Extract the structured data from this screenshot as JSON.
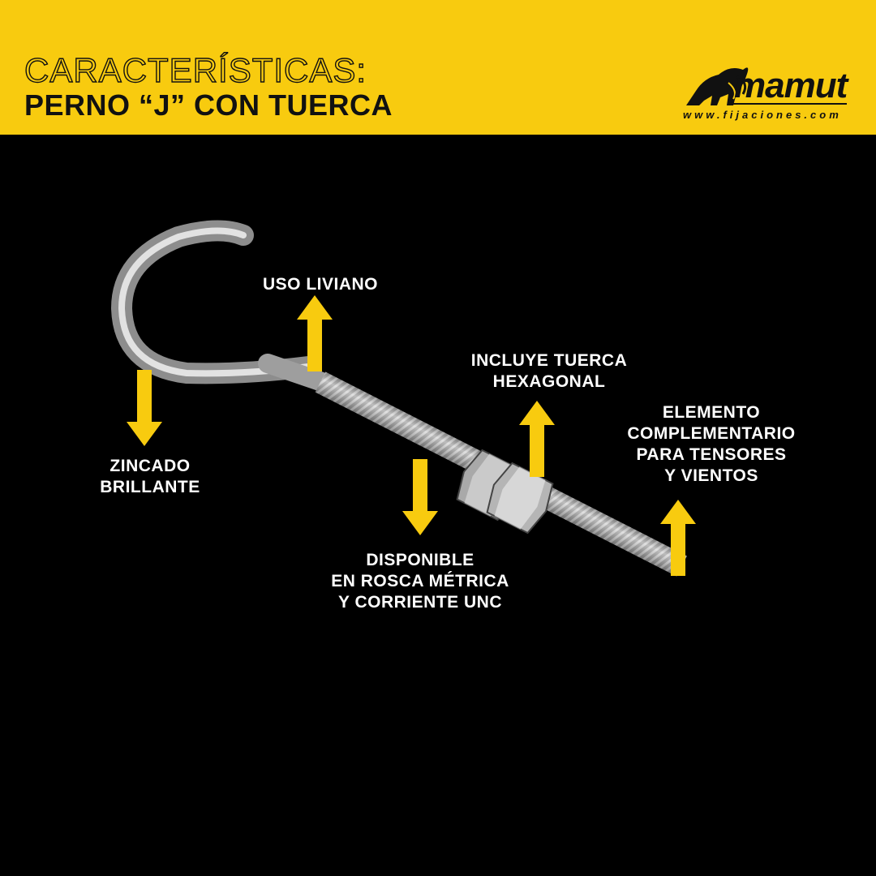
{
  "header": {
    "title_line1": "CARACTERÍSTICAS:",
    "title_line2": "PERNO “J” CON TUERCA",
    "brand_name": "mamut",
    "brand_url": "www.fijaciones.com",
    "background_color": "#f8cb0f"
  },
  "features": [
    {
      "lines": [
        "USO LIVIANO"
      ],
      "arrow": "up"
    },
    {
      "lines": [
        "ZINCADO",
        "BRILLANTE"
      ],
      "arrow": "down"
    },
    {
      "lines": [
        "INCLUYE TUERCA",
        "HEXAGONAL"
      ],
      "arrow": "up"
    },
    {
      "lines": [
        "ELEMENTO",
        "COMPLEMENTARIO",
        "PARA TENSORES",
        "Y VIENTOS"
      ],
      "arrow": "up"
    },
    {
      "lines": [
        "DISPONIBLE",
        "EN ROSCA MÉTRICA",
        "Y CORRIENTE UNC"
      ],
      "arrow": "down"
    }
  ],
  "colors": {
    "arrow": "#f8cb0f",
    "background": "#000000",
    "text": "#ffffff"
  },
  "icons": {
    "logo": "mammoth-icon",
    "product": "j-bolt-with-nuts"
  }
}
